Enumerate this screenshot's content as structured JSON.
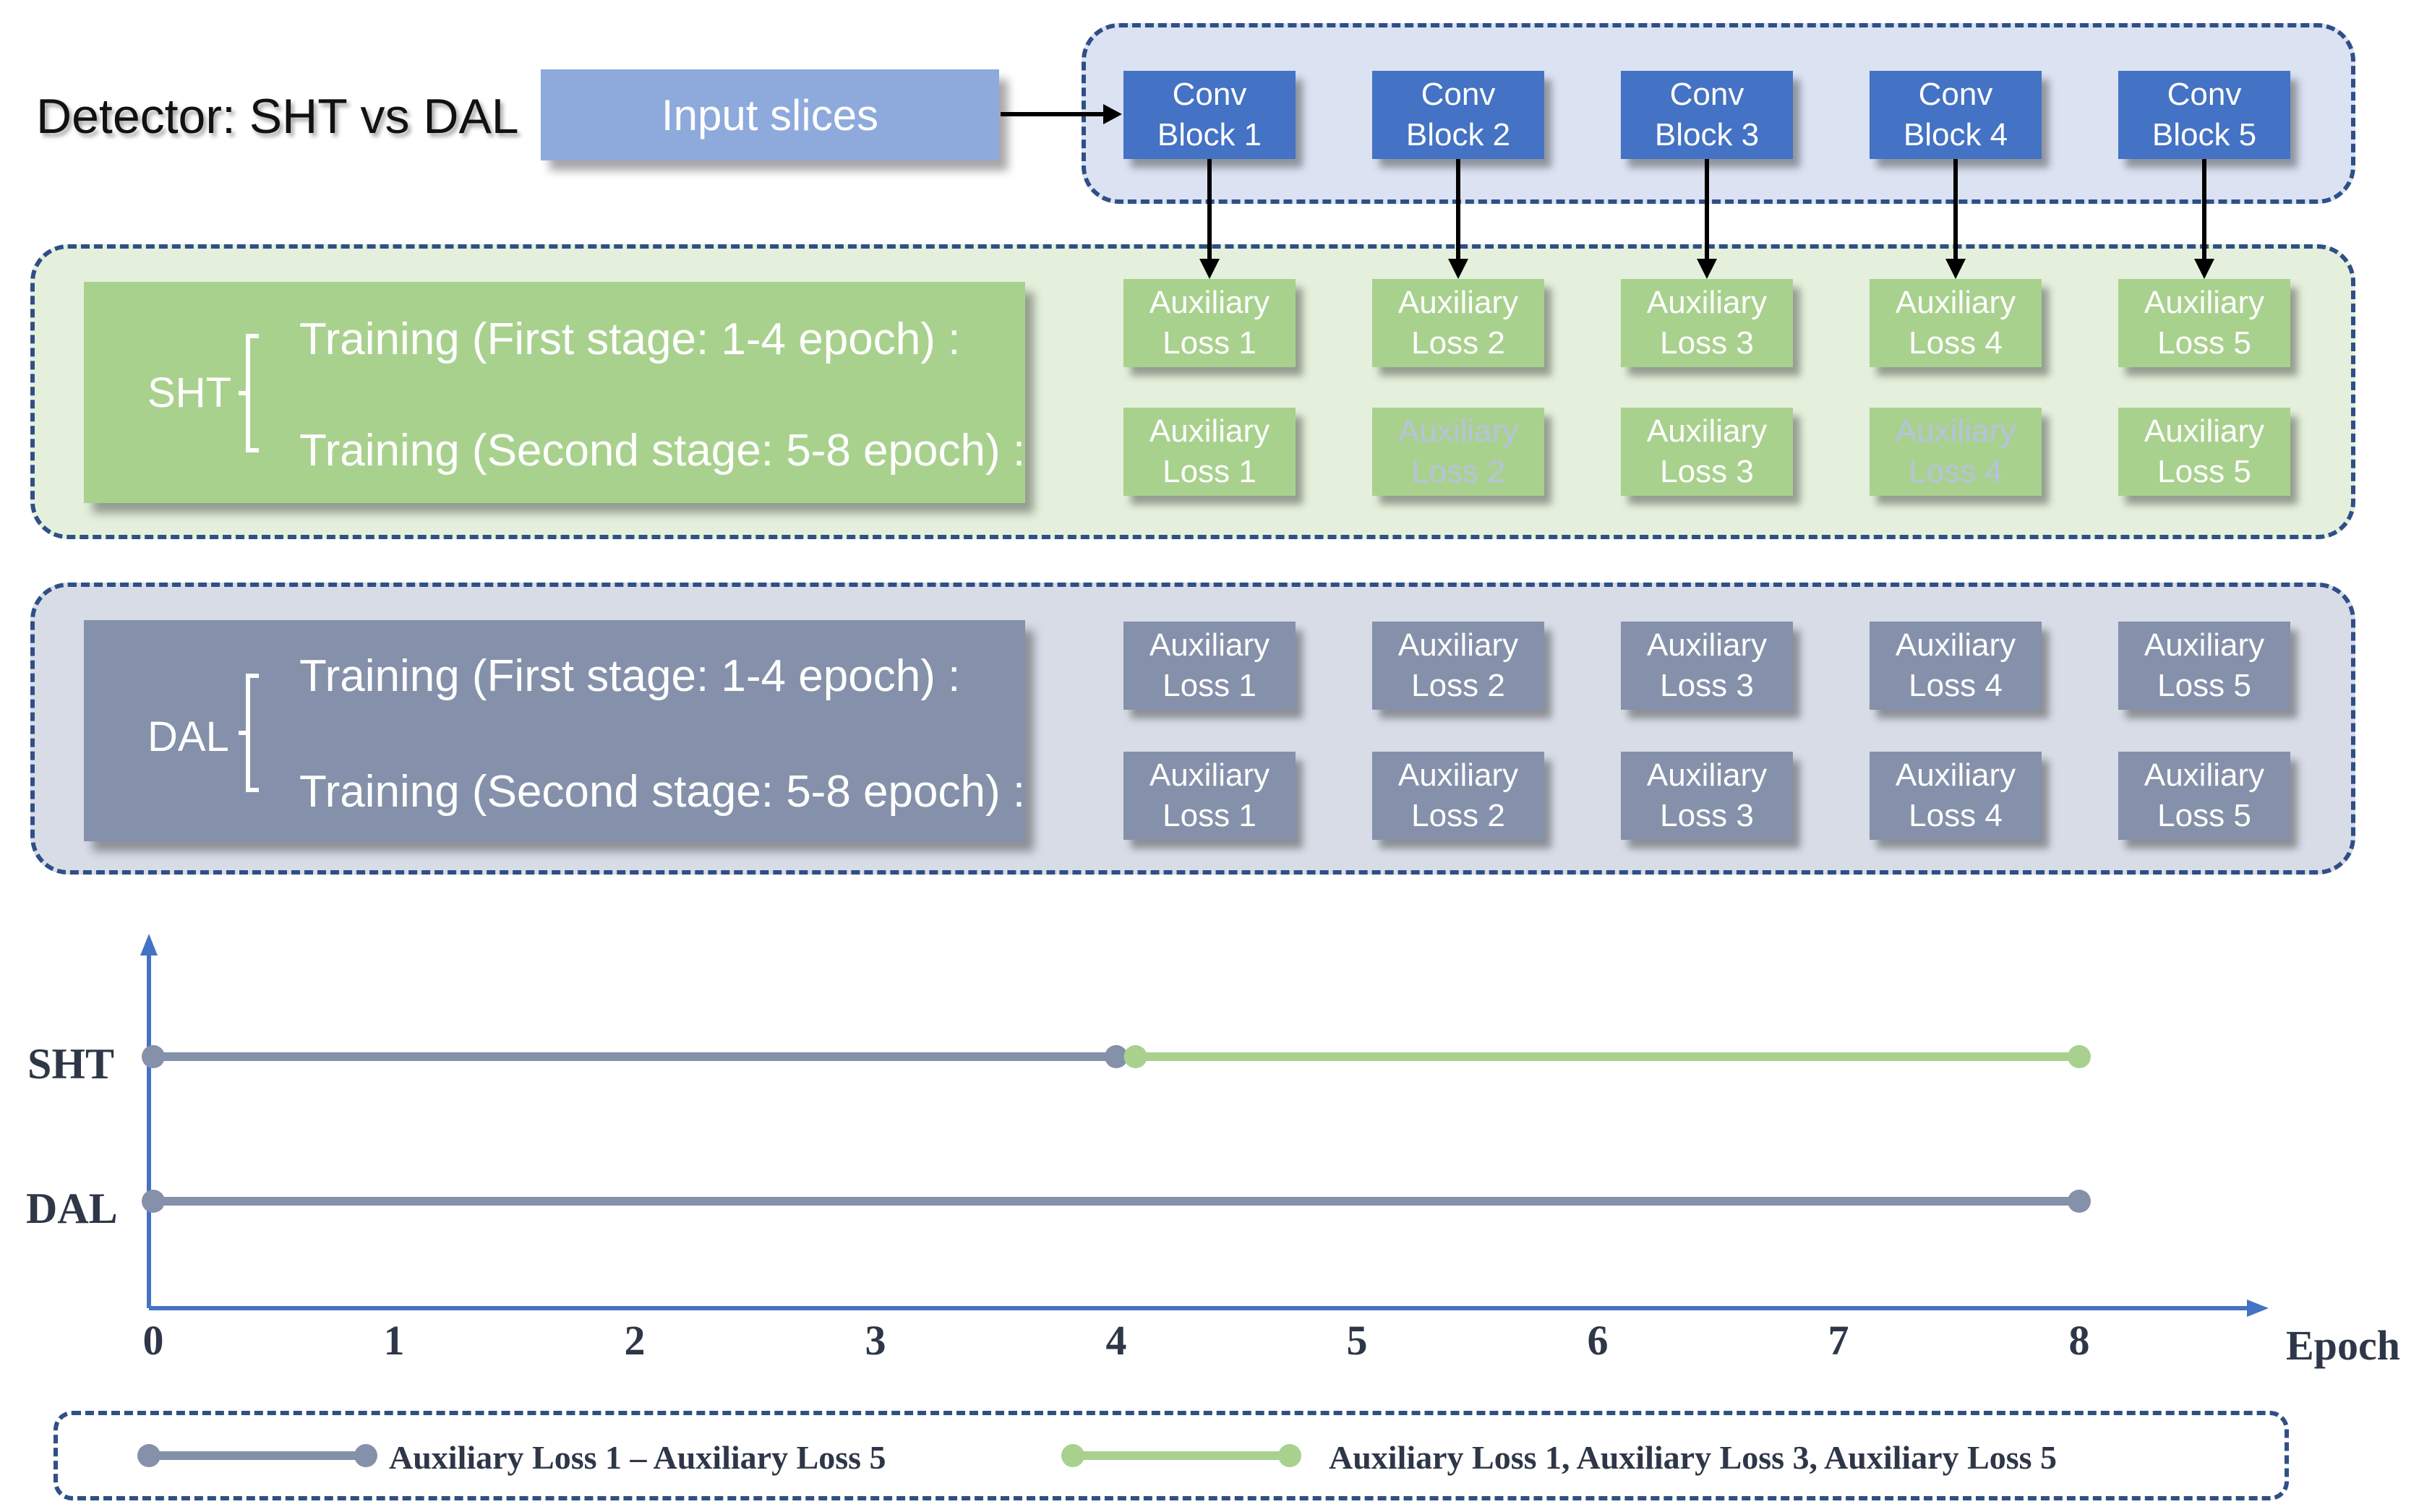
{
  "title": "Detector: SHT vs DAL",
  "input_label": "Input slices",
  "conv_blocks": [
    {
      "l1": "Conv",
      "l2": "Block 1"
    },
    {
      "l1": "Conv",
      "l2": "Block 2"
    },
    {
      "l1": "Conv",
      "l2": "Block 3"
    },
    {
      "l1": "Conv",
      "l2": "Block 4"
    },
    {
      "l1": "Conv",
      "l2": "Block 5"
    }
  ],
  "sht": {
    "label": "SHT",
    "first_stage": "Training (First stage: 1-4 epoch) :",
    "second_stage": "Training (Second stage: 5-8 epoch) :",
    "first_losses": [
      {
        "l1": "Auxiliary",
        "l2": "Loss 1",
        "active": true
      },
      {
        "l1": "Auxiliary",
        "l2": "Loss 2",
        "active": true
      },
      {
        "l1": "Auxiliary",
        "l2": "Loss 3",
        "active": true
      },
      {
        "l1": "Auxiliary",
        "l2": "Loss 4",
        "active": true
      },
      {
        "l1": "Auxiliary",
        "l2": "Loss 5",
        "active": true
      }
    ],
    "second_losses": [
      {
        "l1": "Auxiliary",
        "l2": "Loss 1",
        "active": true
      },
      {
        "l1": "Auxiliary",
        "l2": "Loss 2",
        "active": false
      },
      {
        "l1": "Auxiliary",
        "l2": "Loss 3",
        "active": true
      },
      {
        "l1": "Auxiliary",
        "l2": "Loss 4",
        "active": false
      },
      {
        "l1": "Auxiliary",
        "l2": "Loss 5",
        "active": true
      }
    ]
  },
  "dal": {
    "label": "DAL",
    "first_stage": "Training (First stage: 1-4 epoch) :",
    "second_stage": "Training (Second stage: 5-8 epoch) :",
    "first_losses": [
      {
        "l1": "Auxiliary",
        "l2": "Loss 1",
        "active": true
      },
      {
        "l1": "Auxiliary",
        "l2": "Loss 2",
        "active": true
      },
      {
        "l1": "Auxiliary",
        "l2": "Loss 3",
        "active": true
      },
      {
        "l1": "Auxiliary",
        "l2": "Loss 4",
        "active": true
      },
      {
        "l1": "Auxiliary",
        "l2": "Loss 5",
        "active": true
      }
    ],
    "second_losses": [
      {
        "l1": "Auxiliary",
        "l2": "Loss 1",
        "active": true
      },
      {
        "l1": "Auxiliary",
        "l2": "Loss 2",
        "active": true
      },
      {
        "l1": "Auxiliary",
        "l2": "Loss 3",
        "active": true
      },
      {
        "l1": "Auxiliary",
        "l2": "Loss 4",
        "active": true
      },
      {
        "l1": "Auxiliary",
        "l2": "Loss 5",
        "active": true
      }
    ]
  },
  "timeline": {
    "xlabel": "Epoch",
    "xticks": [
      "0",
      "1",
      "2",
      "3",
      "4",
      "5",
      "6",
      "7",
      "8"
    ],
    "rows": [
      {
        "label": "SHT",
        "segments": [
          {
            "from": 0,
            "to": 4,
            "legend": 0
          },
          {
            "from": 4.08,
            "to": 8,
            "legend": 1
          }
        ]
      },
      {
        "label": "DAL",
        "segments": [
          {
            "from": 0,
            "to": 8,
            "legend": 0
          }
        ]
      }
    ]
  },
  "legend": [
    {
      "label": "Auxiliary Loss 1 – Auxiliary Loss 5",
      "color": "#8591aa"
    },
    {
      "label": "Auxiliary Loss 1, Auxiliary Loss 3, Auxiliary Loss 5",
      "color": "#a9d18e"
    }
  ],
  "colors": {
    "conv": "#4472c4",
    "sht_green": "#a9d18e",
    "dal_gray": "#8591aa",
    "axis_blue": "#4472c4",
    "panel_border": "#2f4f86"
  }
}
